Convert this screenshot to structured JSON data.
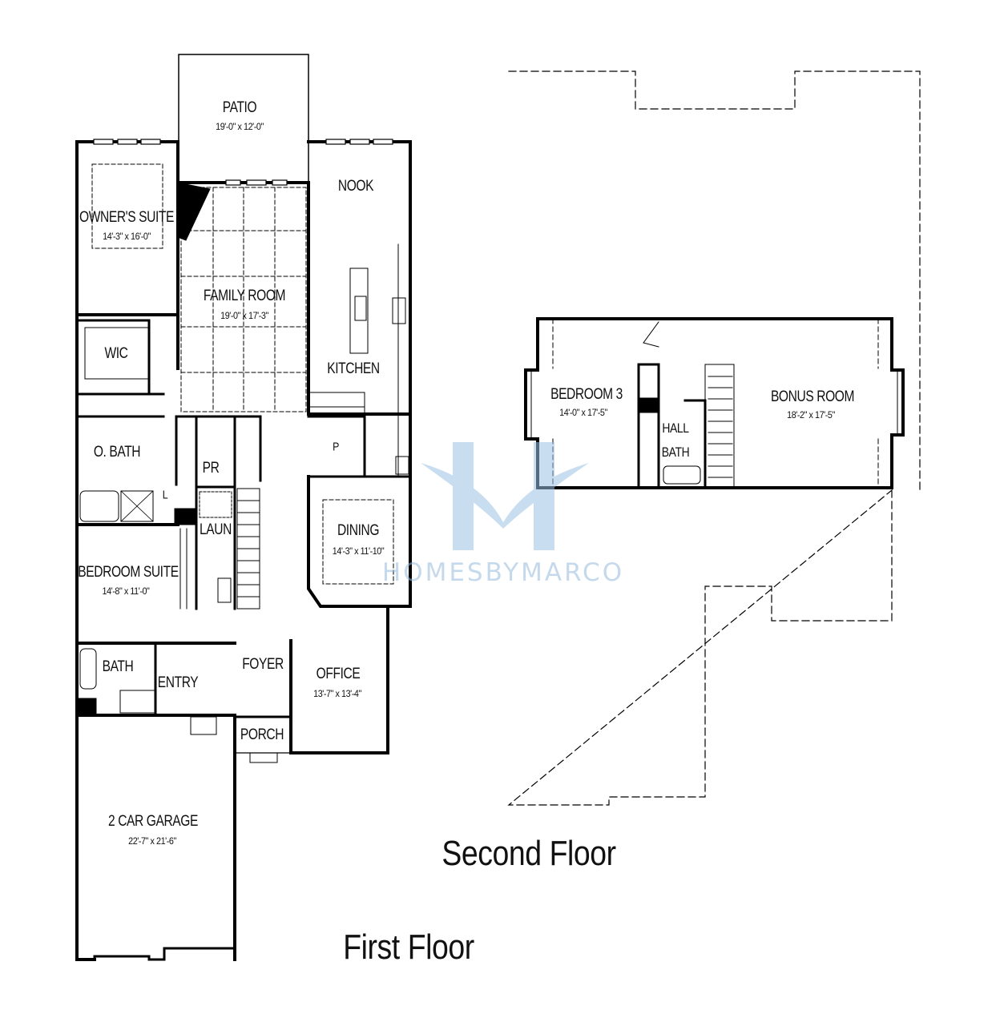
{
  "floors": {
    "first": {
      "title": "First Floor",
      "rooms": [
        {
          "name": "PATIO",
          "dims": "19'-0\" x 12'-0\""
        },
        {
          "name": "NOOK",
          "dims": ""
        },
        {
          "name": "OWNER'S SUITE",
          "dims": "14'-3\" x 16'-0\""
        },
        {
          "name": "FAMILY ROOM",
          "dims": "19'-0\" x 17'-3\""
        },
        {
          "name": "KITCHEN",
          "dims": ""
        },
        {
          "name": "WIC",
          "dims": ""
        },
        {
          "name": "O. BATH",
          "dims": ""
        },
        {
          "name": "PR",
          "dims": ""
        },
        {
          "name": "P",
          "dims": ""
        },
        {
          "name": "L",
          "dims": ""
        },
        {
          "name": "LAUN",
          "dims": ""
        },
        {
          "name": "DINING",
          "dims": "14'-3\" x 11'-10\""
        },
        {
          "name": "BEDROOM SUITE",
          "dims": "14'-8\" x 11'-0\""
        },
        {
          "name": "BATH",
          "dims": ""
        },
        {
          "name": "ENTRY",
          "dims": ""
        },
        {
          "name": "FOYER",
          "dims": ""
        },
        {
          "name": "OFFICE",
          "dims": "13'-7\" x 13'-4\""
        },
        {
          "name": "PORCH",
          "dims": ""
        },
        {
          "name": "2 CAR GARAGE",
          "dims": "22'-7\" x 21'-6\""
        }
      ]
    },
    "second": {
      "title": "Second Floor",
      "rooms": [
        {
          "name": "BEDROOM 3",
          "dims": "14'-0\" x 17'-5\""
        },
        {
          "name": "HALL",
          "dims": ""
        },
        {
          "name": "BATH",
          "dims": ""
        },
        {
          "name": "BONUS ROOM",
          "dims": "18'-2\" x 17'-5\""
        }
      ]
    }
  },
  "watermark": {
    "text": "HOMESBYMARCO",
    "logo_letter": "M",
    "color": "#9cc2e4"
  },
  "colors": {
    "wall": "#000000",
    "background": "#ffffff"
  }
}
